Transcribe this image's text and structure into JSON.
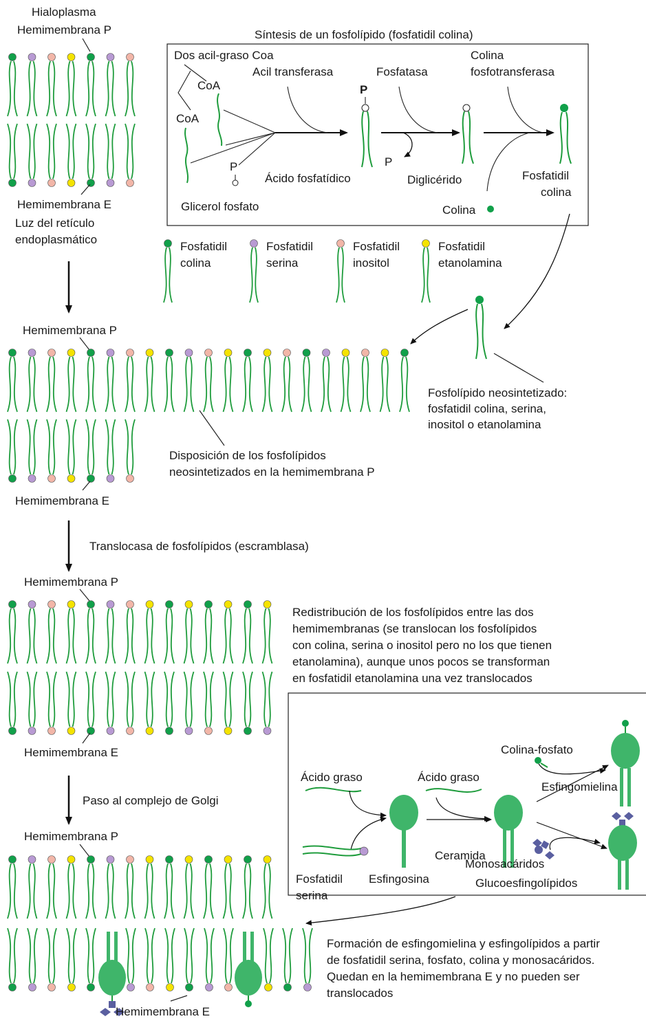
{
  "colors": {
    "choline": "#11a04a",
    "serine": "#b89ad3",
    "inositol": "#f2b6a8",
    "ethanolamine": "#f4e300",
    "tail": "#1e9c3c",
    "sphingo": "#3fb56a",
    "sugar": "#5a5fa0",
    "line": "#222222"
  },
  "section1": {
    "top_label1": "Hialoplasma",
    "top_label2": "Hemimembrana P",
    "bottom_label1": "Hemimembrana E",
    "bottom_label2": "Luz del retículo",
    "bottom_label3": "endoplasmático",
    "top_heads": [
      "choline",
      "serine",
      "inositol",
      "ethanolamine",
      "choline",
      "serine",
      "inositol"
    ],
    "bottom_heads": [
      "choline",
      "serine",
      "inositol",
      "ethanolamine",
      "choline",
      "serine",
      "inositol"
    ]
  },
  "synthesis": {
    "title": "Síntesis de un fosfolípido (fosfatidil colina)",
    "acyl_coa": "Dos acil-graso Coa",
    "coa1": "CoA",
    "coa2": "CoA",
    "p_small": "P",
    "glicerol": "Glicerol fosfato",
    "acil_transferasa": "Acil transferasa",
    "p_bold": "P",
    "acido_fosfatidico": "Ácido fosfatídico",
    "fosfatasa": "Fosfatasa",
    "p_released": "P",
    "diglicerido": "Diglicérido",
    "colina_fosfo1": "Colina",
    "colina_fosfo2": "fosfotransferasa",
    "colina": "Colina",
    "fosfatidil1": "Fosfatidil",
    "fosfatidil2": "colina"
  },
  "legend": [
    {
      "line1": "Fosfatidil",
      "line2": "colina",
      "head": "choline"
    },
    {
      "line1": "Fosfatidil",
      "line2": "serina",
      "head": "serine"
    },
    {
      "line1": "Fosfatidil",
      "line2": "inositol",
      "head": "inositol"
    },
    {
      "line1": "Fosfatidil",
      "line2": "etanolamina",
      "head": "ethanolamine"
    }
  ],
  "section2": {
    "top_label": "Hemimembrana P",
    "bottom_label": "Hemimembrana E",
    "neo1": "Fosfolípido neosintetizado:",
    "neo2": "fosfatidil colina, serina,",
    "neo3": "inositol o etanolamina",
    "disp1": "Disposición de los fosfolípidos",
    "disp2": "neosintetizados en la hemimembrana P",
    "top_heads": [
      "choline",
      "serine",
      "inositol",
      "ethanolamine",
      "choline",
      "serine",
      "inositol",
      "ethanolamine",
      "choline",
      "serine",
      "inositol",
      "ethanolamine",
      "choline",
      "ethanolamine",
      "inositol",
      "choline",
      "serine",
      "ethanolamine",
      "inositol",
      "ethanolamine",
      "choline"
    ],
    "bottom_heads": [
      "choline",
      "serine",
      "inositol",
      "ethanolamine",
      "choline",
      "serine",
      "inositol"
    ]
  },
  "step1": "Translocasa de fosfolípidos (escramblasa)",
  "section3": {
    "top_label": "Hemimembrana P",
    "bottom_label": "Hemimembrana E",
    "top_heads": [
      "choline",
      "serine",
      "inositol",
      "ethanolamine",
      "choline",
      "serine",
      "inositol",
      "ethanolamine",
      "choline",
      "ethanolamine",
      "choline",
      "ethanolamine",
      "choline",
      "ethanolamine"
    ],
    "bottom_heads": [
      "choline",
      "serine",
      "inositol",
      "ethanolamine",
      "choline",
      "serine",
      "inositol",
      "ethanolamine",
      "choline",
      "serine",
      "inositol",
      "ethanolamine",
      "choline",
      "serine"
    ],
    "text": [
      "Redistribución de los fosfolípidos entre las dos",
      "hemimembranas (se translocan los fosfolípidos",
      "con colina, serina o inositol pero no los que tienen",
      "etanolamina), aunque unos pocos se transforman",
      "en fosfatidil etanolamina una vez translocados"
    ]
  },
  "step2": "Paso al complejo de Golgi",
  "sphingo": {
    "acido_graso1": "Ácido graso",
    "acido_graso2": "Ácido graso",
    "colina_fosfato": "Colina-fosfato",
    "esfingomielina": "Esfingomielina",
    "ceramida": "Ceramida",
    "fosfatidil": "Fosfatidil",
    "serina": "serina",
    "esfingosina": "Esfingosina",
    "monosacaridos": "Monosacáridos",
    "glucoesfingolipidos": "Glucoesfingolípidos"
  },
  "section4": {
    "top_label": "Hemimembrana P",
    "bottom_label": "Hemimembrana E",
    "top_heads": [
      "choline",
      "serine",
      "inositol",
      "ethanolamine",
      "choline",
      "serine",
      "inositol",
      "ethanolamine",
      "choline",
      "ethanolamine",
      "choline",
      "ethanolamine",
      "choline",
      "ethanolamine"
    ],
    "bottom_heads": [
      "choline",
      "serine",
      "inositol",
      "ethanolamine",
      "choline",
      "serine",
      "inositol",
      "ethanolamine",
      "choline",
      "serine",
      "inositol",
      "ethanolamine",
      "choline",
      "serine"
    ],
    "final_text": [
      "Formación de esfingomielina y esfingolípidos a partir",
      "de fosfatidil serina, fosfato, colina y monosacáridos.",
      "Quedan en la hemimembrana E y no pueden ser",
      "translocados"
    ]
  }
}
